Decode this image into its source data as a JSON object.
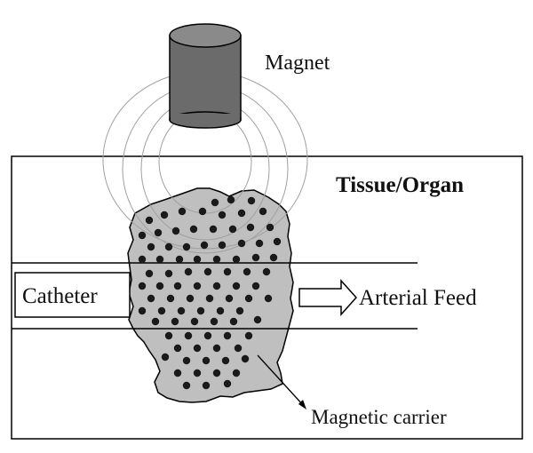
{
  "labels": {
    "magnet": "Magnet",
    "tissue": "Tissue/Organ",
    "catheter": "Catheter",
    "arterial_feed": "Arterial Feed",
    "magnetic_carrier": "Magnetic carrier"
  },
  "colors": {
    "magnet_fill": "#6b6b6b",
    "magnet_top": "#8a8a8a",
    "tissue_fill": "#bfbfbf",
    "particle": "#1a1a1a",
    "field_line": "#9a9a9a",
    "outline": "#000000"
  }
}
